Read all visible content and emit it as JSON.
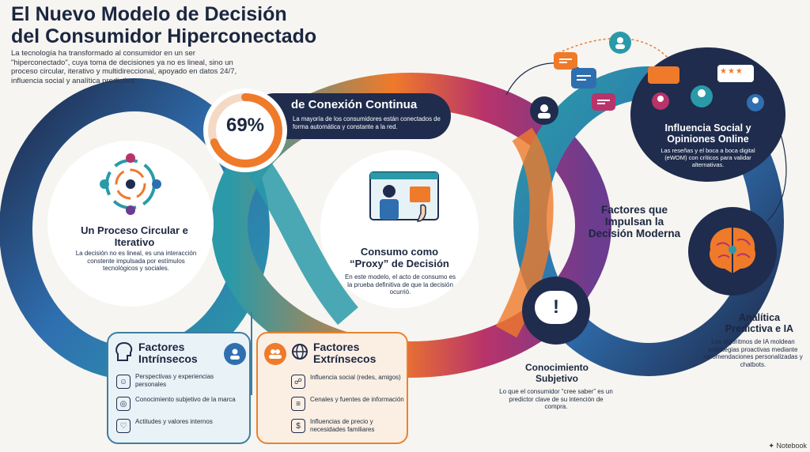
{
  "title": {
    "line1": "El Nuevo Modelo de Decisión",
    "line2": "del Consumidor Hiperconectado"
  },
  "intro": "La tecnología ha transformado al consumidor en un ser \"hiperconectado\", cuya toma de decisiones ya no es lineal, sino un proceso circular, iterativo y multidireccional, apoyado en datos 24/7, influencia social y analítica predictiva.",
  "connection": {
    "percent": "69%",
    "title": "de Conexión Continua",
    "text": "La mayoría de los consumidores están conectados de forma automática y constante a la red."
  },
  "circular": {
    "title": "Un Proceso Circular e Iterativo",
    "text": "La decisión no es lineal, es una interacción constente impulsada por estímulos tecnológicos y sociales."
  },
  "proxy": {
    "title_line1": "Consumo como",
    "title_line2": "“Proxy” de Decisión",
    "text": "En este modelo, el acto de consumo es la prueba definitiva de que la decisión ocurrió."
  },
  "social": {
    "title": "Influencia Social y Opiniones Online",
    "text": "Las reseñas y el boca a boca digital (eWOM) con críticos para validar alternativas."
  },
  "factors": {
    "title": "Factores que Impulsan la Decisión Moderna"
  },
  "analytics": {
    "title": "Analítica Predictiva e IA",
    "text": "Los algoritmos de IA moldean estrategias proactivas mediante recomendaciones personalizadas y chatbots."
  },
  "subjective": {
    "title": "Conocimiento Subjetivo",
    "text": "Lo que el consumidor “cree saber” es un predictor clave de su intención de compra."
  },
  "intrinsic": {
    "title_line1": "Factores",
    "title_line2": "Intrínsecos",
    "items": [
      "Perspectivas y experiencias personales",
      "Conocimiento subjetivo de la marca",
      "Actitudes y valores internos"
    ]
  },
  "extrinsic": {
    "title_line1": "Factores",
    "title_line2": "Extrínsecos",
    "items": [
      "Influencia social (redes, amigos)",
      "Cenales y fuentes de información",
      "Influencias de precio y necesidades familiares"
    ]
  },
  "rating_stars": "★★★",
  "alert_symbol": "!",
  "footer": "Notebook",
  "colors": {
    "navy": "#1f2c4d",
    "teal": "#2a9aa8",
    "orange": "#ef7a2a",
    "magenta": "#b8336a",
    "purple": "#6b3c8f",
    "blue": "#2f6fb0"
  }
}
